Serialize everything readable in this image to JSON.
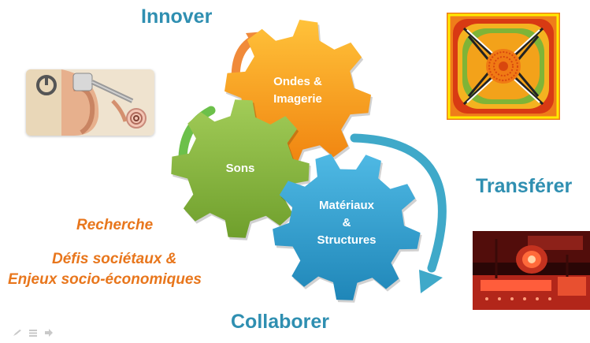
{
  "headings": {
    "innover": "Innover",
    "transferer": "Transférer",
    "collaborer": "Collaborer"
  },
  "gears": {
    "ondes": [
      "Ondes &",
      "Imagerie"
    ],
    "sons": [
      "Sons"
    ],
    "materiaux": [
      "Matériaux",
      "&",
      "Structures"
    ]
  },
  "left_text": {
    "recherche": "Recherche",
    "defis": "Défis sociétaux &",
    "enjeux": "Enjeux socio-économiques"
  },
  "colors": {
    "heading": "#2f8fb1",
    "orange_text": "#e8761c",
    "gear_orange": "#f5a016",
    "gear_green": "#84b63b",
    "gear_blue": "#2c9bcb",
    "arrow_orange": "#f08a3a",
    "arrow_green": "#6cc04a",
    "arrow_blue": "#3fa9c9"
  },
  "icons": {
    "pen": "pen-icon",
    "slides": "slides-icon",
    "arrow": "next-arrow-icon"
  }
}
